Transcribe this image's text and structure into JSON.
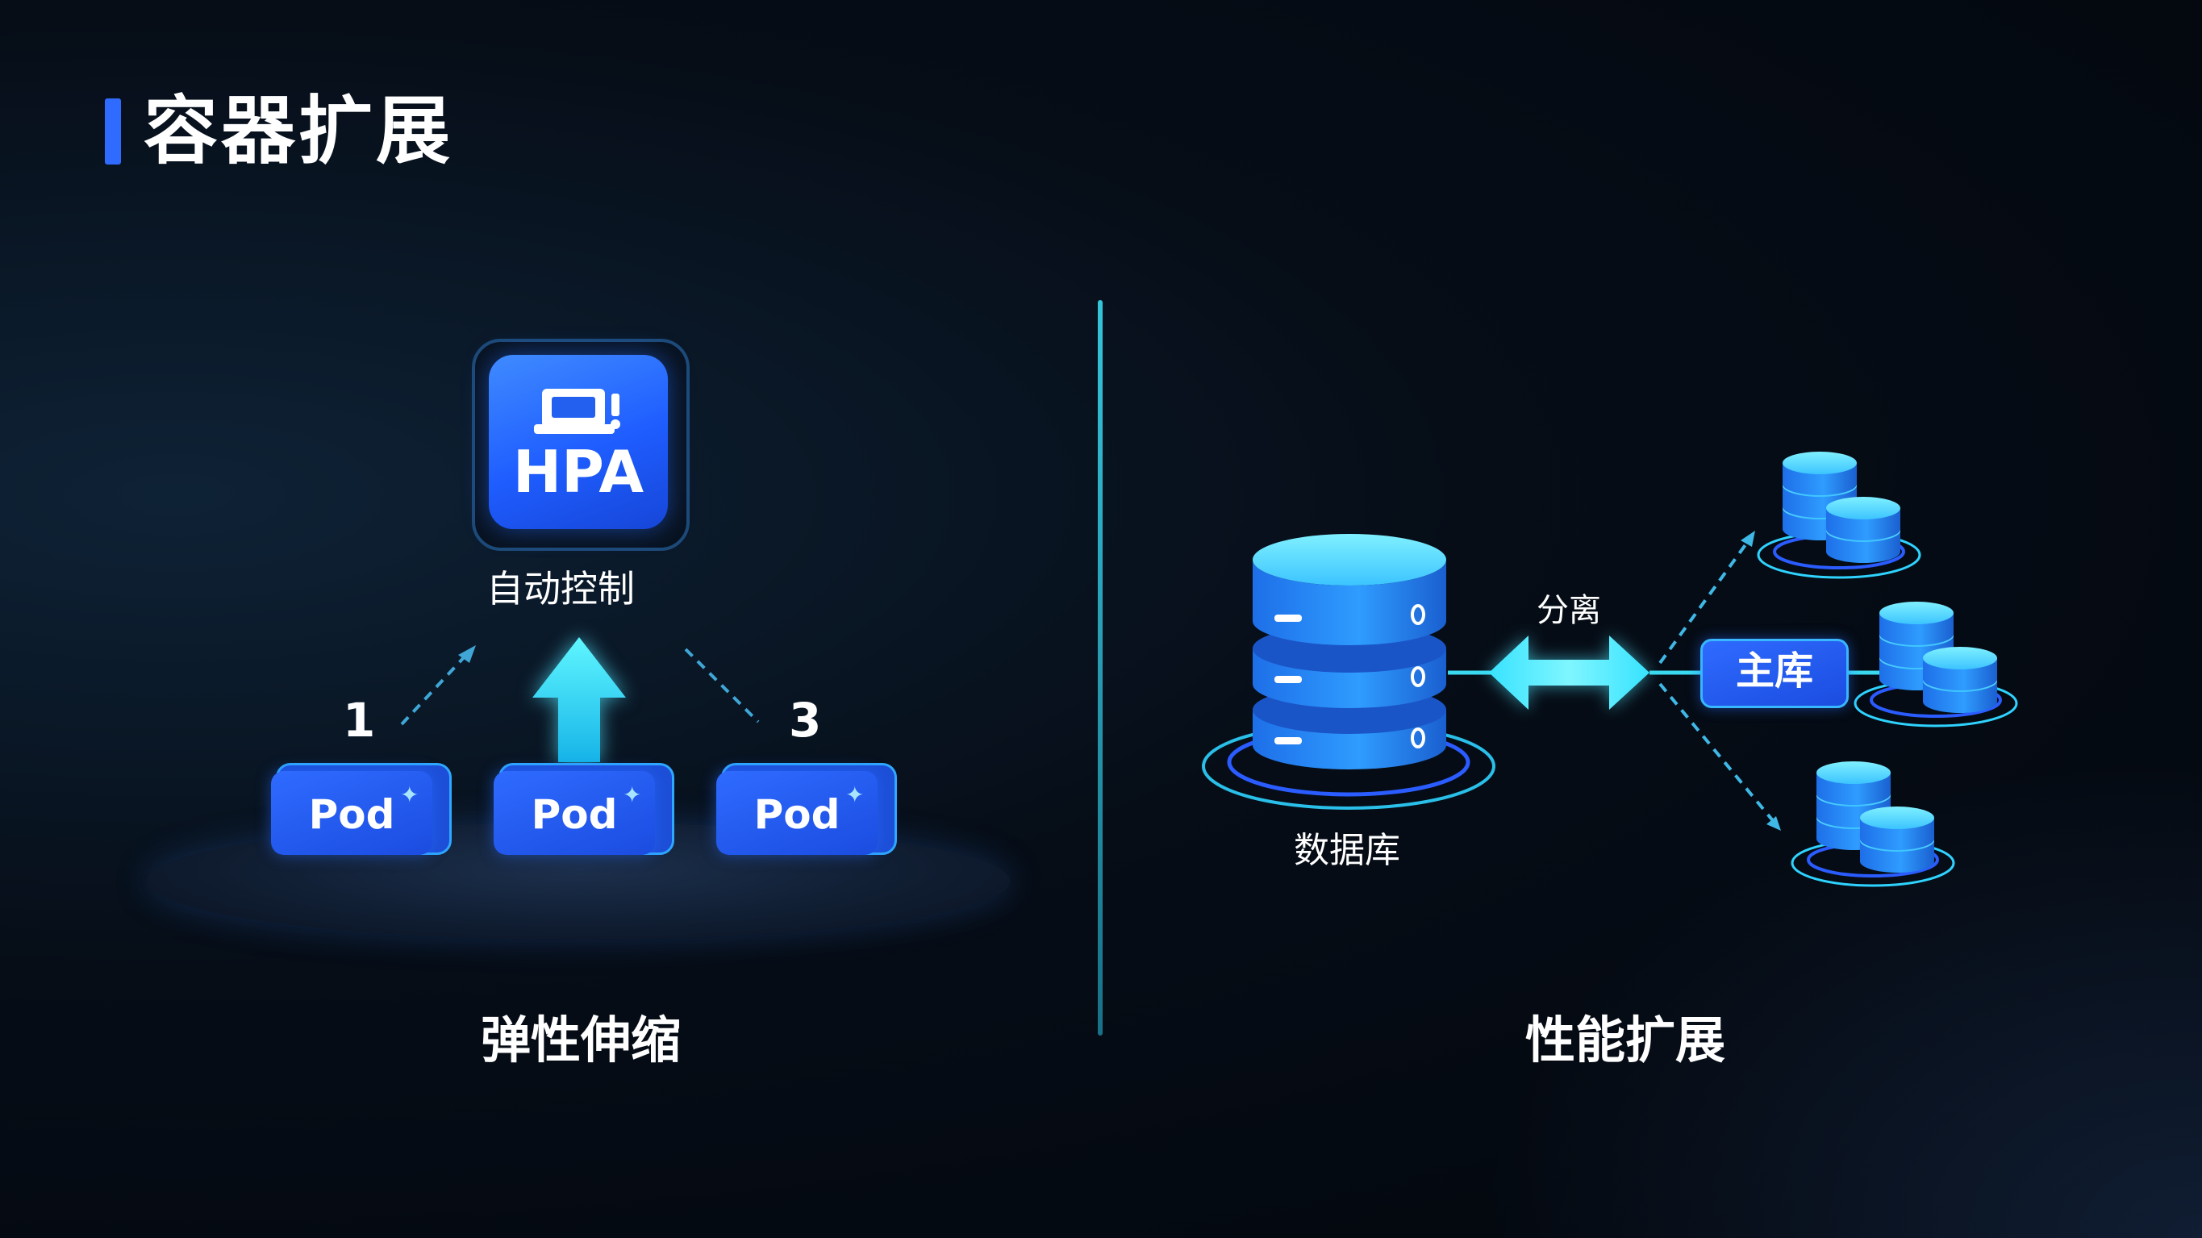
{
  "page": {
    "title": "容器扩展"
  },
  "left_panel": {
    "hpa": {
      "label": "HPA",
      "caption": "自动控制"
    },
    "steps": {
      "first": "1",
      "last": "3"
    },
    "pods": [
      "Pod",
      "Pod",
      "Pod"
    ],
    "footer": "弹性伸缩"
  },
  "right_panel": {
    "database_label": "数据库",
    "split_label": "分离",
    "master_label": "主库",
    "footer": "性能扩展"
  },
  "colors": {
    "accent": "#2f6bff",
    "cyan": "#3ad9f0",
    "background": "#060d17"
  }
}
